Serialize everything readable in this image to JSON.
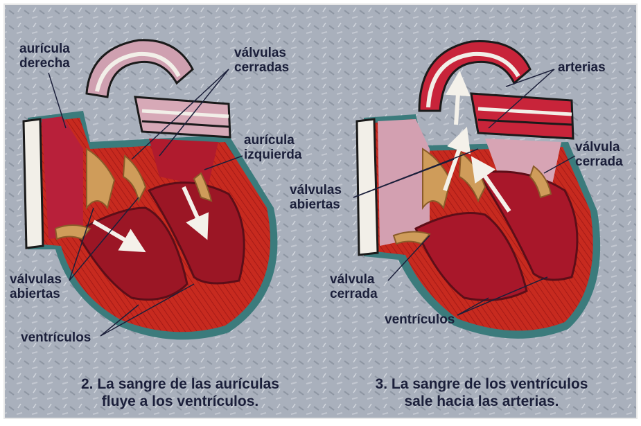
{
  "panel_left": {
    "labels": {
      "auricula_derecha": "aurícula\nderecha",
      "valvulas_cerradas": "válvulas\ncerradas",
      "auricula_izquierda": "aurícula\nizquierda",
      "valvulas_abiertas": "válvulas\nabiertas",
      "ventriculos": "ventrículos"
    },
    "caption": "2. La sangre de las aurículas\nfluye a los ventrículos."
  },
  "panel_right": {
    "labels": {
      "arterias": "arterias",
      "valvula_cerrada_top": "válvula\ncerrada",
      "valvulas_abiertas": "válvulas\nabiertas",
      "valvula_cerrada_bottom": "válvula\ncerrada",
      "ventriculos": "ventrículos"
    },
    "caption": "3. La sangre de los ventrículos\nsale hacia las arterias."
  },
  "colors": {
    "background": "#a9b0bc",
    "heart_red": "#c3231c",
    "chamber_dark": "#8a1521",
    "atrium_pink": "#c98f9f",
    "valve_tan": "#cf9c5a",
    "teal_outline": "#3b7b7c",
    "text": "#1b1f3a"
  }
}
